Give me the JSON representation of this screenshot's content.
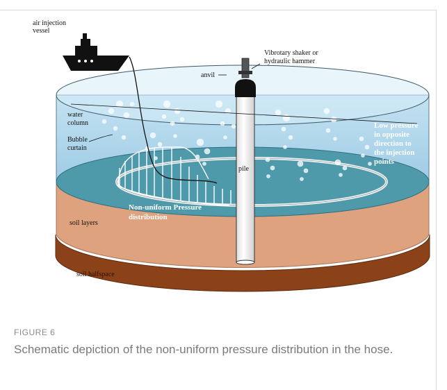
{
  "figure": {
    "label": "FIGURE 6",
    "caption": "Schematic depiction of the non-uniform pressure distribution in the hose."
  },
  "diagram": {
    "labels": {
      "air_injection_vessel_line1": "air injection",
      "air_injection_vessel_line2": "vessel",
      "shaker_line1": "Vibrotary shaker or",
      "shaker_line2": "hydraulic hammer",
      "anvil": "anvil",
      "water_column_line1": "water",
      "water_column_line2": "column",
      "bubble_curtain_line1": "Bubble",
      "bubble_curtain_line2": "curtain",
      "pile": "pile",
      "low_pressure_line1": "Low pressure",
      "low_pressure_line2": "in opposite",
      "low_pressure_line3": "direction to",
      "low_pressure_line4": "the injection",
      "low_pressure_line5": "points",
      "non_uniform_line1": "Non-uniform Pressure",
      "non_uniform_line2": "distribution",
      "soil_layers": "soil layers",
      "soil_halfspace": "soil halfspace"
    },
    "colors": {
      "water": "#a9d3ea",
      "water_surface": "#d6ecf7",
      "seabed": "#4f9aaa",
      "soil_layers": "#dea27f",
      "soil_halfspace": "#8c4218",
      "vessel": "#111111",
      "bubble_fill": "#ffffff"
    }
  }
}
